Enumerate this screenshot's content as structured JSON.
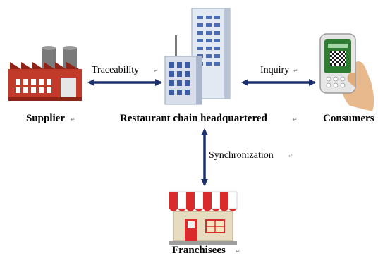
{
  "colors": {
    "arrow": "#1a2f6b",
    "factory_roof": "#6b6b6b",
    "factory_body": "#c23b2a",
    "factory_dark": "#8e2418",
    "building_glass": "#cfd8e6",
    "building_shadow": "#9aa7bd",
    "awning_red": "#d92b2b",
    "shop_wall": "#e8dcc0",
    "phone_screen": "#2e7d32",
    "phone_case": "#e6e6e6",
    "hand": "#e8b98c"
  },
  "nodes": {
    "supplier": {
      "label": "Supplier",
      "icon": "factory-icon"
    },
    "headquarters": {
      "label": "Restaurant chain headquartered",
      "icon": "office-building-icon"
    },
    "consumers": {
      "label": "Consumers",
      "icon": "smartphone-qr-icon"
    },
    "franchisees": {
      "label": "Franchisees",
      "icon": "storefront-icon"
    }
  },
  "edges": {
    "traceability": {
      "label": "Traceability",
      "from": "supplier",
      "to": "headquarters"
    },
    "inquiry": {
      "label": "Inquiry",
      "from": "headquarters",
      "to": "consumers"
    },
    "synchronization": {
      "label": "Synchronization",
      "from": "headquarters",
      "to": "franchisees"
    }
  },
  "paragraph_mark": "↵"
}
